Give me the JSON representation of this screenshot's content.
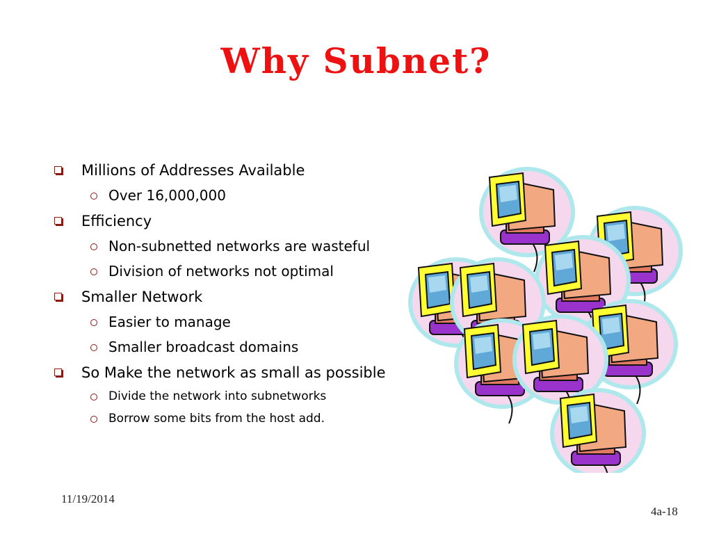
{
  "slide": {
    "title": "Why Subnet?",
    "bullets": [
      {
        "text": "Millions of Addresses Available",
        "sub": [
          "Over 16,000,000"
        ]
      },
      {
        "text": "Efficiency",
        "sub": [
          "Non-subnetted networks are wasteful",
          "Division of networks not optimal"
        ]
      },
      {
        "text": "Smaller Network",
        "sub": [
          "Easier to manage",
          "Smaller broadcast domains"
        ]
      },
      {
        "text": "So Make the network as small as possible",
        "sub": [
          "Divide the network into subnetworks",
          "Borrow some bits from the host  add."
        ]
      }
    ],
    "date": "11/19/2014",
    "page_number": "4a-18",
    "colors": {
      "title": "#ee1111",
      "bullet_marker": "#8a1a10",
      "monitor_body": "#f2a880",
      "monitor_frame": "#ffff33",
      "screen": "#5fa8d8",
      "base": "#9933cc"
    },
    "clipart": "computers-clipart"
  }
}
